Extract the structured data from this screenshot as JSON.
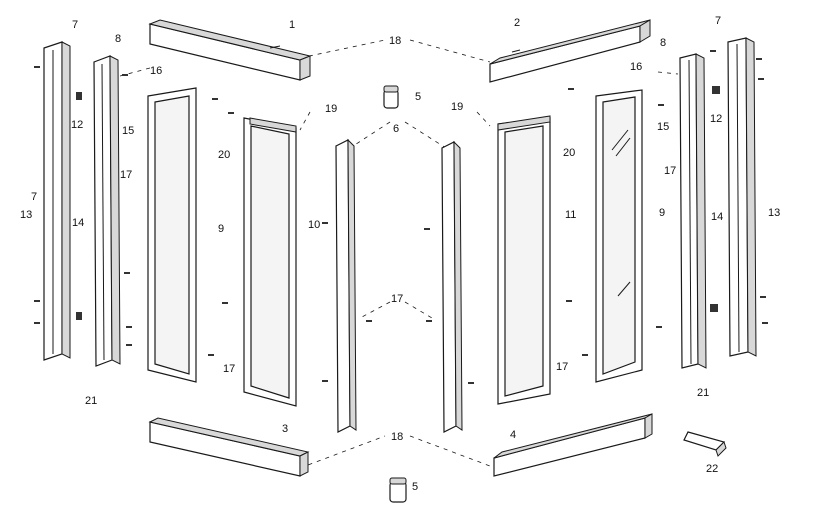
{
  "diagram": {
    "labels": [
      {
        "text": "1"
      },
      {
        "text": "2"
      },
      {
        "text": "3"
      },
      {
        "text": "4"
      },
      {
        "text": "5"
      },
      {
        "text": "5"
      },
      {
        "text": "6"
      },
      {
        "text": "7"
      },
      {
        "text": "7"
      },
      {
        "text": "7"
      },
      {
        "text": "8"
      },
      {
        "text": "8"
      },
      {
        "text": "9"
      },
      {
        "text": "9"
      },
      {
        "text": "10"
      },
      {
        "text": "11"
      },
      {
        "text": "12"
      },
      {
        "text": "12"
      },
      {
        "text": "13"
      },
      {
        "text": "13"
      },
      {
        "text": "14"
      },
      {
        "text": "14"
      },
      {
        "text": "15"
      },
      {
        "text": "15"
      },
      {
        "text": "16"
      },
      {
        "text": "16"
      },
      {
        "text": "17"
      },
      {
        "text": "17"
      },
      {
        "text": "17"
      },
      {
        "text": "17"
      },
      {
        "text": "17"
      },
      {
        "text": "18"
      },
      {
        "text": "18"
      },
      {
        "text": "19"
      },
      {
        "text": "19"
      },
      {
        "text": "20"
      },
      {
        "text": "20"
      },
      {
        "text": "21"
      },
      {
        "text": "21"
      },
      {
        "text": "22"
      }
    ]
  }
}
